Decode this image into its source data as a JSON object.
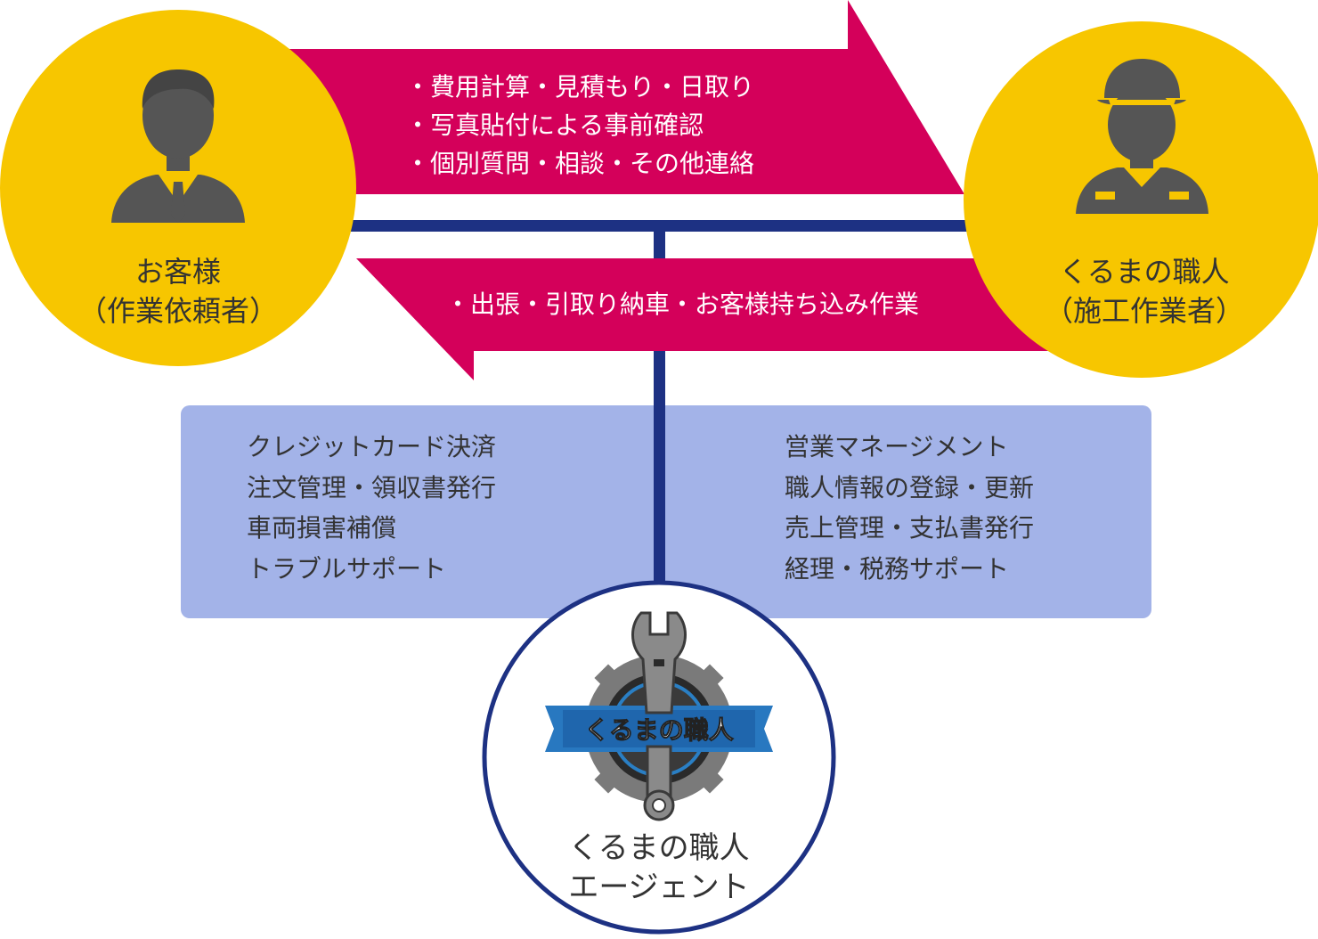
{
  "top_arrow": {
    "items": [
      "費用計算・見積もり・日取り",
      "写真貼付による事前確認",
      "個別質問・相談・その他連絡"
    ]
  },
  "bottom_arrow": {
    "text": "・出張・引取り納車・お客様持ち込み作業"
  },
  "customer": {
    "line1": "お客様",
    "line2": "（作業依頼者）"
  },
  "craftsman": {
    "line1": "くるまの職人",
    "line2": "（施工作業者）"
  },
  "left_panel": {
    "items": [
      "クレジットカード決済",
      "注文管理・領収書発行",
      "車両損害補償",
      "トラブルサポート"
    ]
  },
  "right_panel": {
    "items": [
      "営業マネージメント",
      "職人情報の登録・更新",
      "売上管理・支払書発行",
      "経理・税務サポート"
    ]
  },
  "agent": {
    "logo_text": "くるまの職人",
    "line1": "くるまの職人",
    "line2": "エージェント"
  },
  "colors": {
    "arrow": "#d4005a",
    "circle_yellow": "#f7c600",
    "navy_line": "#1d3183",
    "panel": "#a3b3e8",
    "icon_gray": "#555555"
  }
}
